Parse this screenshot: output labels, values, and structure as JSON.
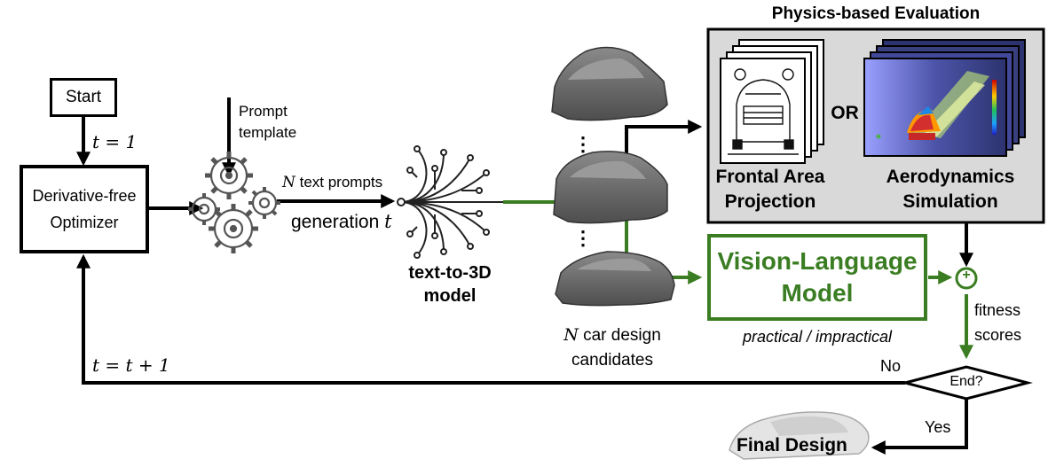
{
  "start_label": "Start",
  "t_init": "t = 1",
  "optimizer_label": "Derivative-free Optimizer",
  "t_update": "t = t + 1",
  "prompt_template": "Prompt template",
  "text_prompts": {
    "var": "N",
    "text": " text prompts"
  },
  "generation": {
    "text": "generation ",
    "var": "t"
  },
  "text_to_3d": "text-to-3D model",
  "candidates": {
    "var": "N",
    "line1_rest": " car design",
    "line2": "candidates"
  },
  "physics_title": "Physics-based Evaluation",
  "frontal_area": "Frontal Area Projection",
  "or_label": "OR",
  "aero_sim": "Aerodynamics Simulation",
  "vlm": "Vision-Language Model",
  "vlm_caption": "practical / impractical",
  "plus": "+",
  "fitness": "fitness scores",
  "end": "End?",
  "no": "No",
  "yes": "Yes",
  "final_design": "Final Design",
  "colors": {
    "green": "#3a7d22",
    "panel_bg": "#d9d9d9",
    "black": "#000000",
    "car_gray": "#6e6e6e"
  }
}
